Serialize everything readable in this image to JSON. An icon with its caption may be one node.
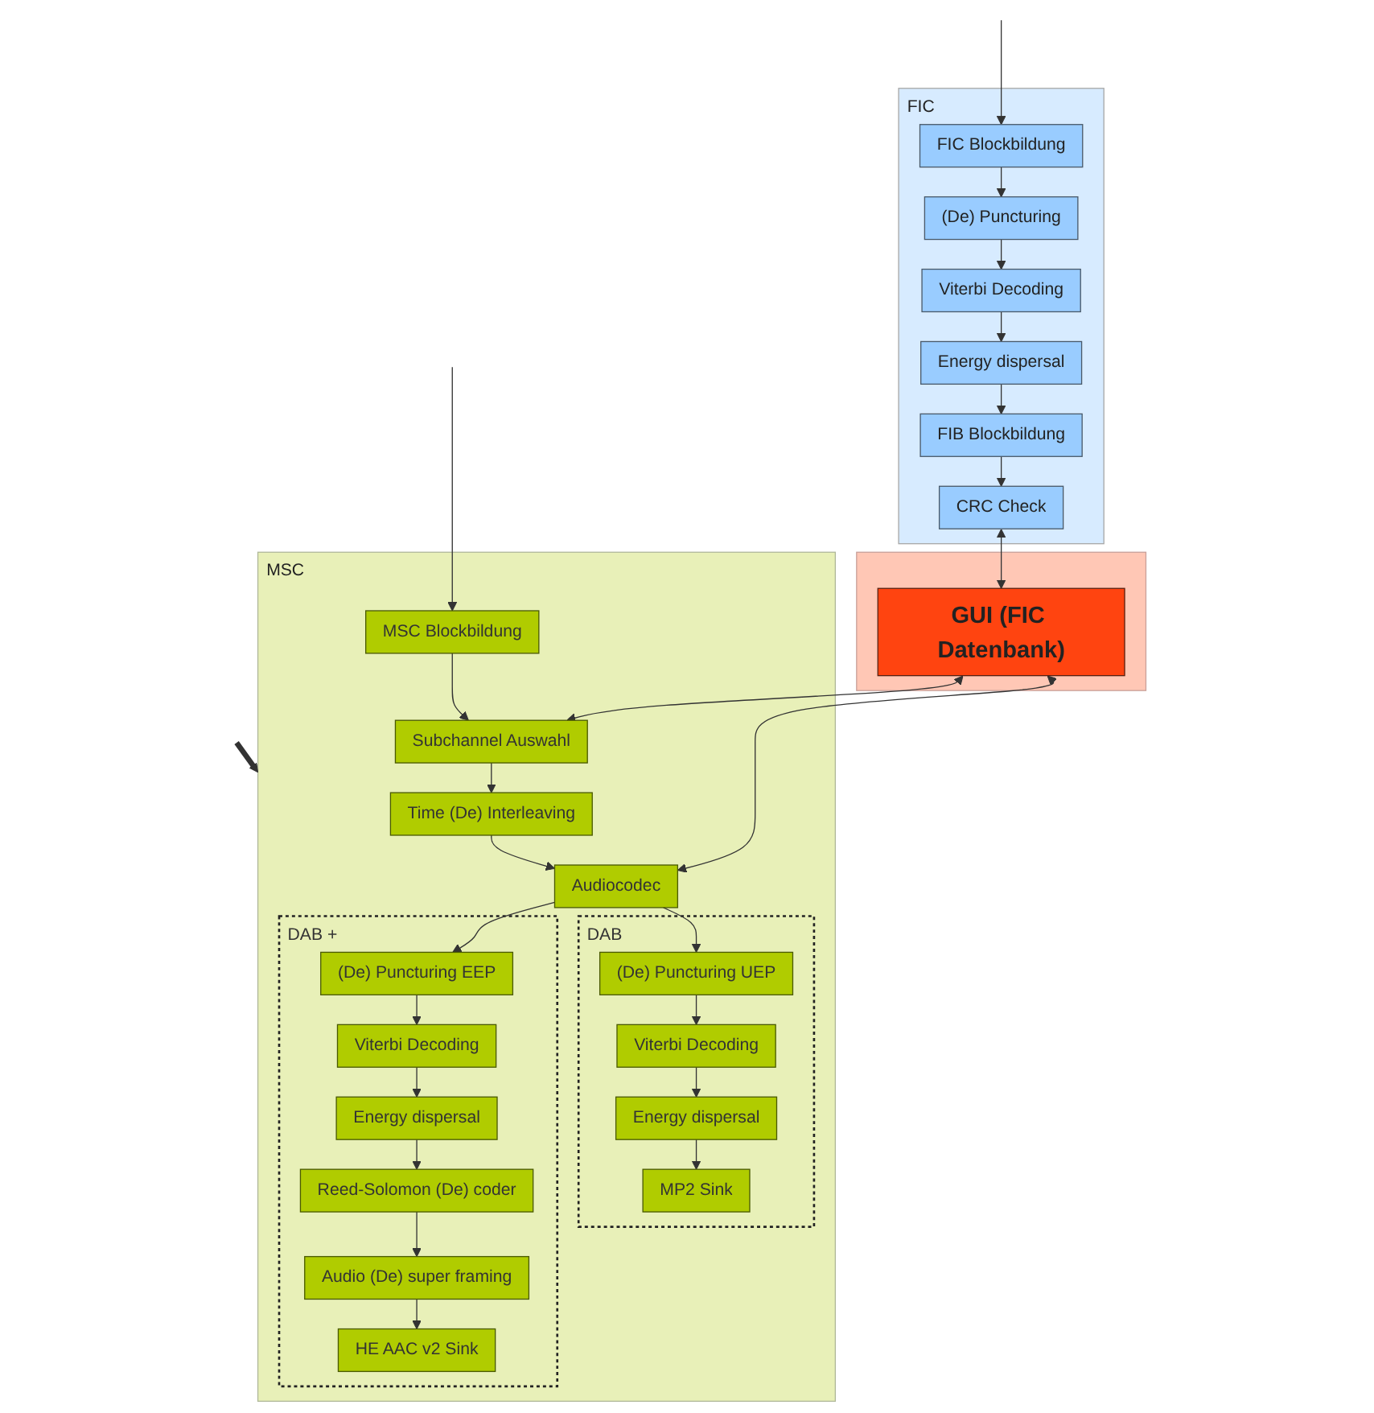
{
  "diagram": {
    "nodes": [
      {
        "text": [
          "FIC"
        ]
      },
      {
        "text": [
          "FIC Blockbildung"
        ],
        "in": 0
      },
      {
        "text": [
          "(De) Puncturing"
        ],
        "in": 0
      },
      {
        "text": [
          "Viterbi Decoding"
        ],
        "in": 0
      },
      {
        "text": [
          "Energy dispersal"
        ],
        "in": 0
      },
      {
        "text": [
          "FIB Blockbildung"
        ],
        "in": 0
      },
      {
        "text": [
          "CRC Check"
        ],
        "in": 0
      },
      {
        "text": [],
        "shape": "box"
      },
      {
        "text": [
          "GUI (FIC Datenbank)"
        ],
        "in": 7
      },
      {
        "text": [
          "MSC"
        ]
      },
      {
        "text": [
          "MSC Blockbildung"
        ],
        "in": 9
      },
      {
        "text": [
          "Subchannel Auswahl"
        ],
        "in": 9
      },
      {
        "text": [
          "Time (De) Interleaving"
        ],
        "in": 9
      },
      {
        "text": [
          "Audiocodec"
        ],
        "in": 9
      },
      {
        "text": [
          "DAB"
        ],
        "in": 9
      },
      {
        "text": [
          "(De) Puncturing UEP"
        ],
        "in": 14
      },
      {
        "text": [
          "Viterbi Decoding"
        ],
        "in": 14
      },
      {
        "text": [
          "Energy dispersal"
        ],
        "in": 14
      },
      {
        "text": [
          "MP2 Sink"
        ],
        "in": 14
      },
      {
        "text": [
          "DAB +"
        ],
        "in": 9
      },
      {
        "text": [
          "(De) Puncturing EEP"
        ],
        "in": 19
      },
      {
        "text": [
          "Viterbi Decoding"
        ],
        "in": 19
      },
      {
        "text": [
          "Energy dispersal"
        ],
        "in": 19
      },
      {
        "text": [
          "Reed-Solomon (De) coder"
        ],
        "in": 19
      },
      {
        "text": [
          "Audio (De) super framing"
        ],
        "in": 19
      },
      {
        "text": [
          "HE AAC v2 Sink"
        ],
        "in": 19
      }
    ],
    "edges": [
      {
        "from": null,
        "to": 1,
        "arrow": "to"
      },
      {
        "from": 1,
        "to": 2,
        "arrow": "to"
      },
      {
        "from": 2,
        "to": 3,
        "arrow": "to"
      },
      {
        "from": 3,
        "to": 4,
        "arrow": "to"
      },
      {
        "from": 4,
        "to": 5,
        "arrow": "to"
      },
      {
        "from": 5,
        "to": 6,
        "arrow": "to"
      },
      {
        "from": 6,
        "to": 8,
        "arrow": "both"
      },
      {
        "from": 8,
        "to": 11,
        "arrow": "both"
      },
      {
        "from": 8,
        "to": 13,
        "arrow": "both"
      },
      {
        "from": null,
        "to": 10,
        "arrow": "to"
      },
      {
        "from": 10,
        "to": 11,
        "arrow": "to"
      },
      {
        "from": 11,
        "to": 12,
        "arrow": "to"
      },
      {
        "from": 12,
        "to": 13,
        "arrow": "to"
      },
      {
        "from": 13,
        "to": 15,
        "arrow": "to"
      },
      {
        "from": 13,
        "to": 20,
        "arrow": "to"
      },
      {
        "from": 15,
        "to": 16,
        "arrow": "to"
      },
      {
        "from": 16,
        "to": 17,
        "arrow": "to"
      },
      {
        "from": 17,
        "to": 18,
        "arrow": "to"
      },
      {
        "from": 20,
        "to": 21,
        "arrow": "to"
      },
      {
        "from": 21,
        "to": 22,
        "arrow": "to"
      },
      {
        "from": 22,
        "to": 23,
        "arrow": "to"
      },
      {
        "from": 23,
        "to": 24,
        "arrow": "to"
      },
      {
        "from": 24,
        "to": 25,
        "arrow": "to"
      },
      {
        "from": null,
        "to": 9,
        "arrow": "to",
        "style": "thick"
      }
    ]
  }
}
